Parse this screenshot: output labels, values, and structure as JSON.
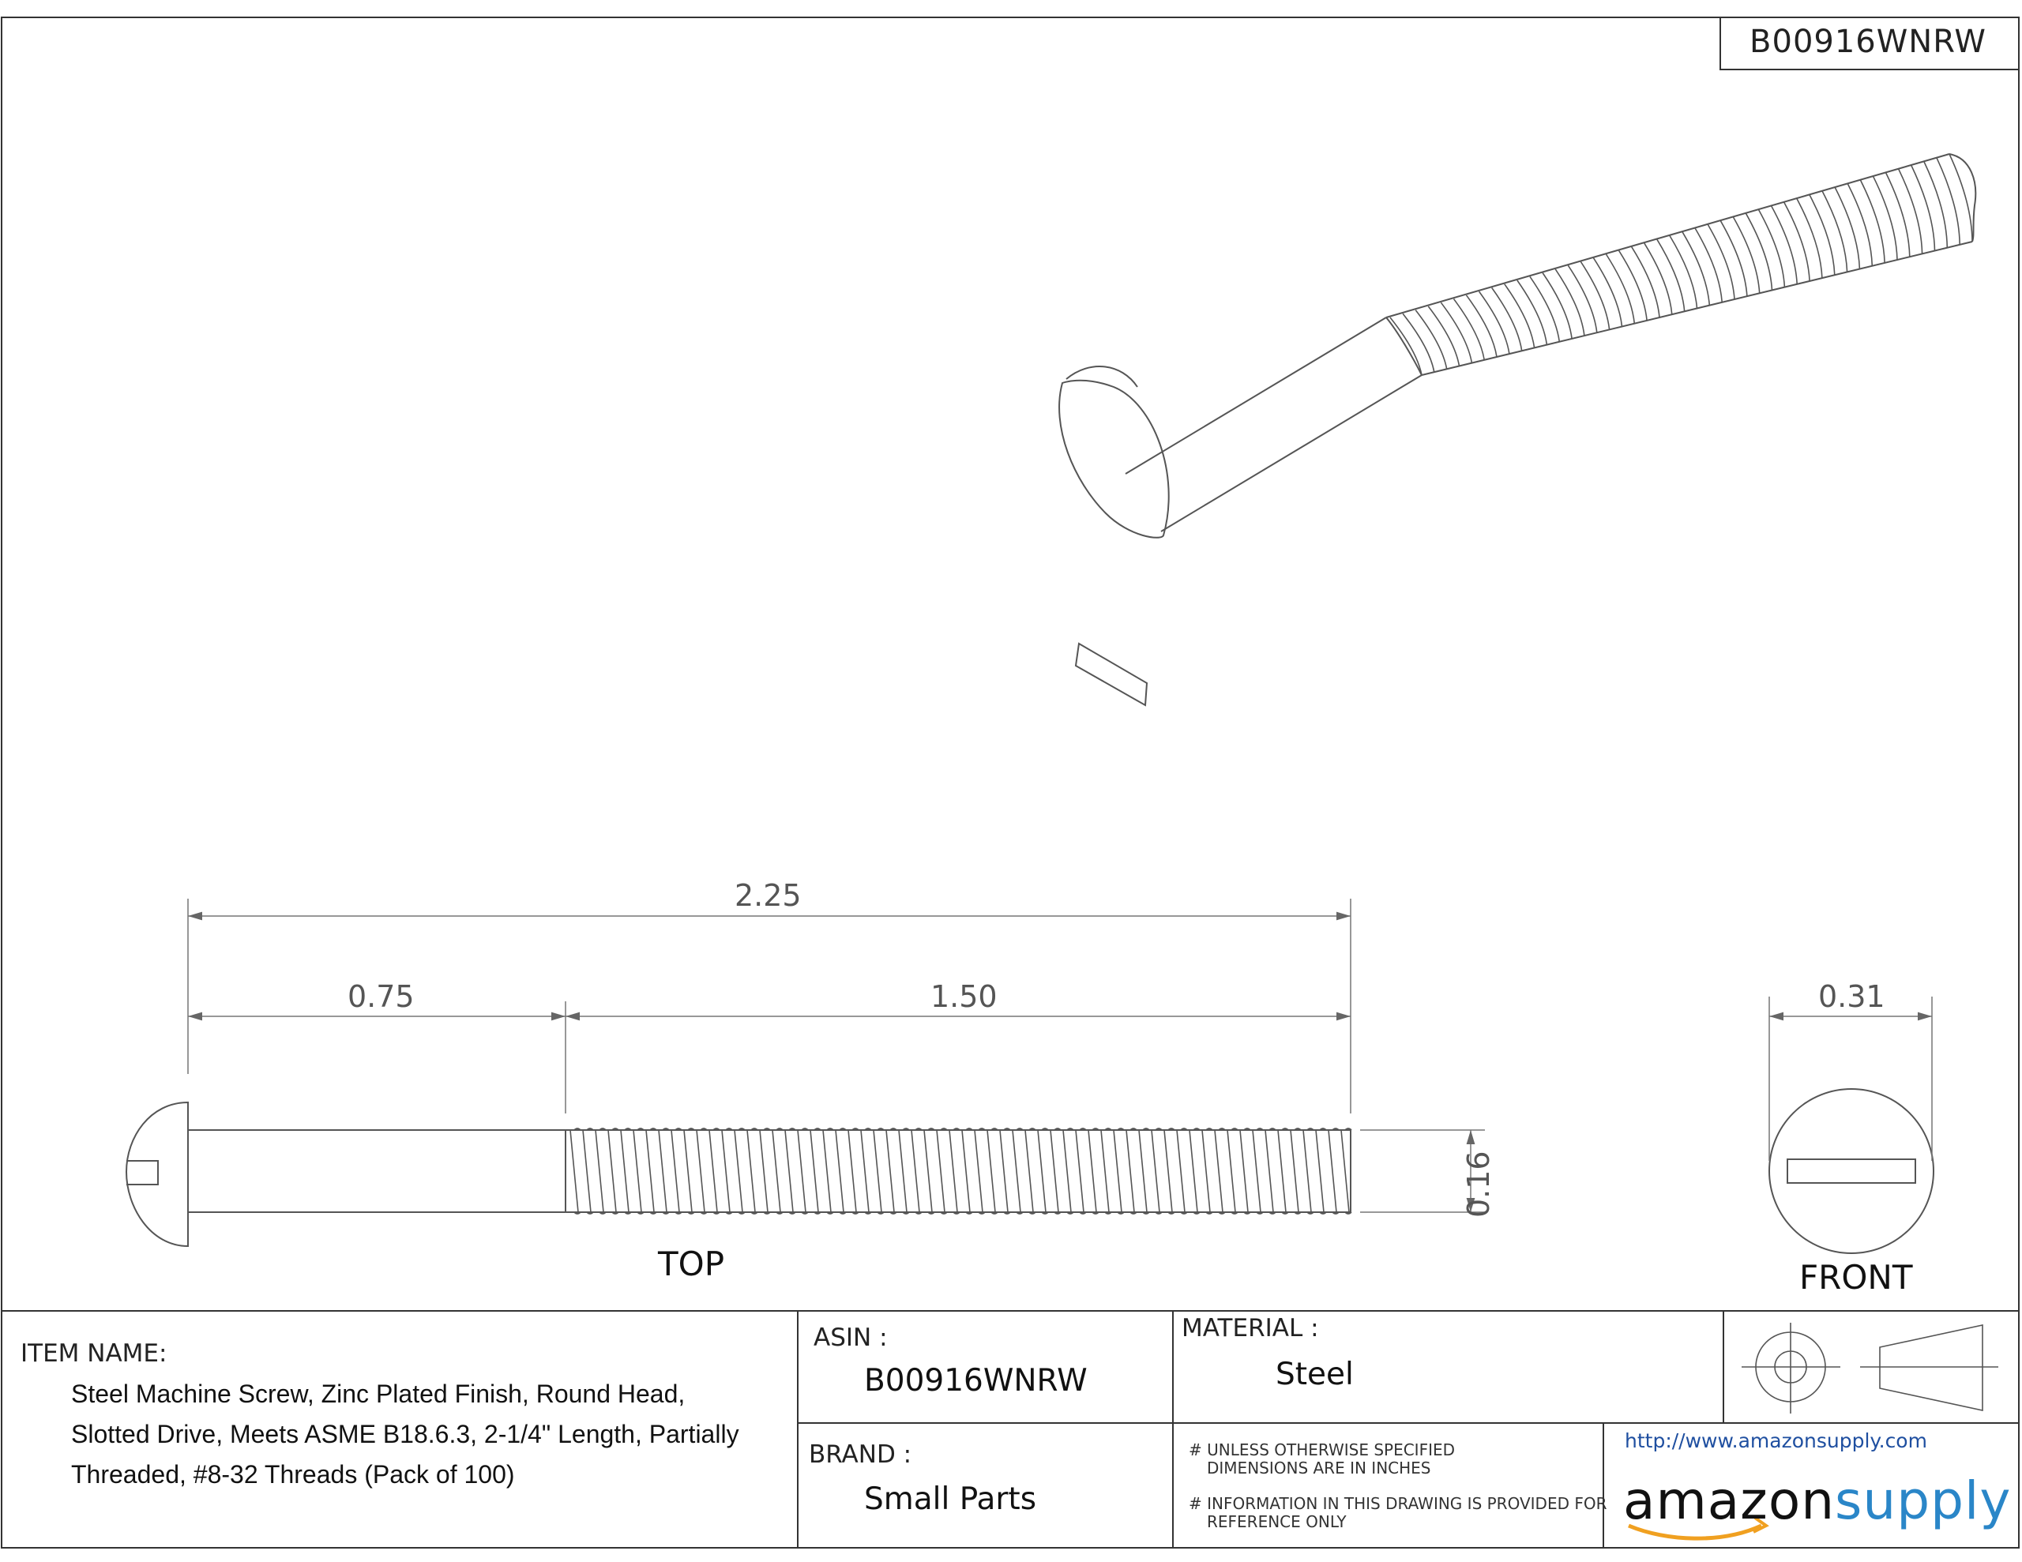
{
  "part_number": "B00916WNRW",
  "dimensions": {
    "overall_length": "2.25",
    "unthreaded_length": "0.75",
    "threaded_length": "1.50",
    "thread_diameter": "0.16",
    "head_diameter": "0.31"
  },
  "views": {
    "top": "TOP",
    "front": "FRONT"
  },
  "title_block": {
    "item_name_label": "ITEM NAME:",
    "item_name": "Steel Machine Screw, Zinc Plated Finish, Round Head, Slotted Drive, Meets ASME B18.6.3, 2-1/4\" Length, Partially Threaded, #8-32 Threads (Pack of 100)",
    "asin_label": "ASIN :",
    "asin": "B00916WNRW",
    "material_label": "MATERIAL :",
    "material": "Steel",
    "brand_label": "BRAND :",
    "brand": "Small Parts",
    "note_1_line_1": "# UNLESS OTHERWISE SPECIFIED",
    "note_1_line_2": "DIMENSIONS ARE IN INCHES",
    "note_2_line_1": "# INFORMATION IN THIS DRAWING IS PROVIDED FOR",
    "note_2_line_2": "REFERENCE ONLY",
    "url": "http://www.amazonsupply.com",
    "logo_word_1": "amazon",
    "logo_word_2": "supply"
  },
  "colors": {
    "line": "#555555",
    "frame": "#333333",
    "logo_blue": "#2a86c8",
    "logo_smile": "#f0a020",
    "url_blue": "#1f4fa0"
  },
  "icons": {
    "projection_symbol": "third-angle-projection-icon"
  }
}
